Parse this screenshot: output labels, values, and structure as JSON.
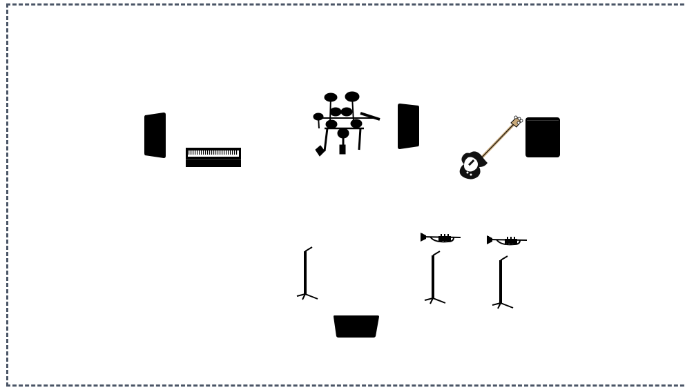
{
  "stage": {
    "border_color": "#4a5566",
    "fill_color": "#ffffff",
    "equipment_color": "#000000",
    "bass_body_color": "#111111",
    "bass_pickguard_color": "#ffffff",
    "bass_neck_color": "#c8a878"
  },
  "equipment": [
    {
      "kind": "monitor-speaker-icon",
      "position": "left"
    },
    {
      "kind": "keyboard-icon"
    },
    {
      "kind": "drum-kit-icon"
    },
    {
      "kind": "monitor-speaker-icon",
      "position": "right"
    },
    {
      "kind": "bass-guitar-icon"
    },
    {
      "kind": "bass-amp-icon"
    },
    {
      "kind": "trumpet-icon",
      "count": 2
    },
    {
      "kind": "mic-stand-icon",
      "count": 3
    },
    {
      "kind": "floor-wedge-monitor-icon"
    }
  ]
}
